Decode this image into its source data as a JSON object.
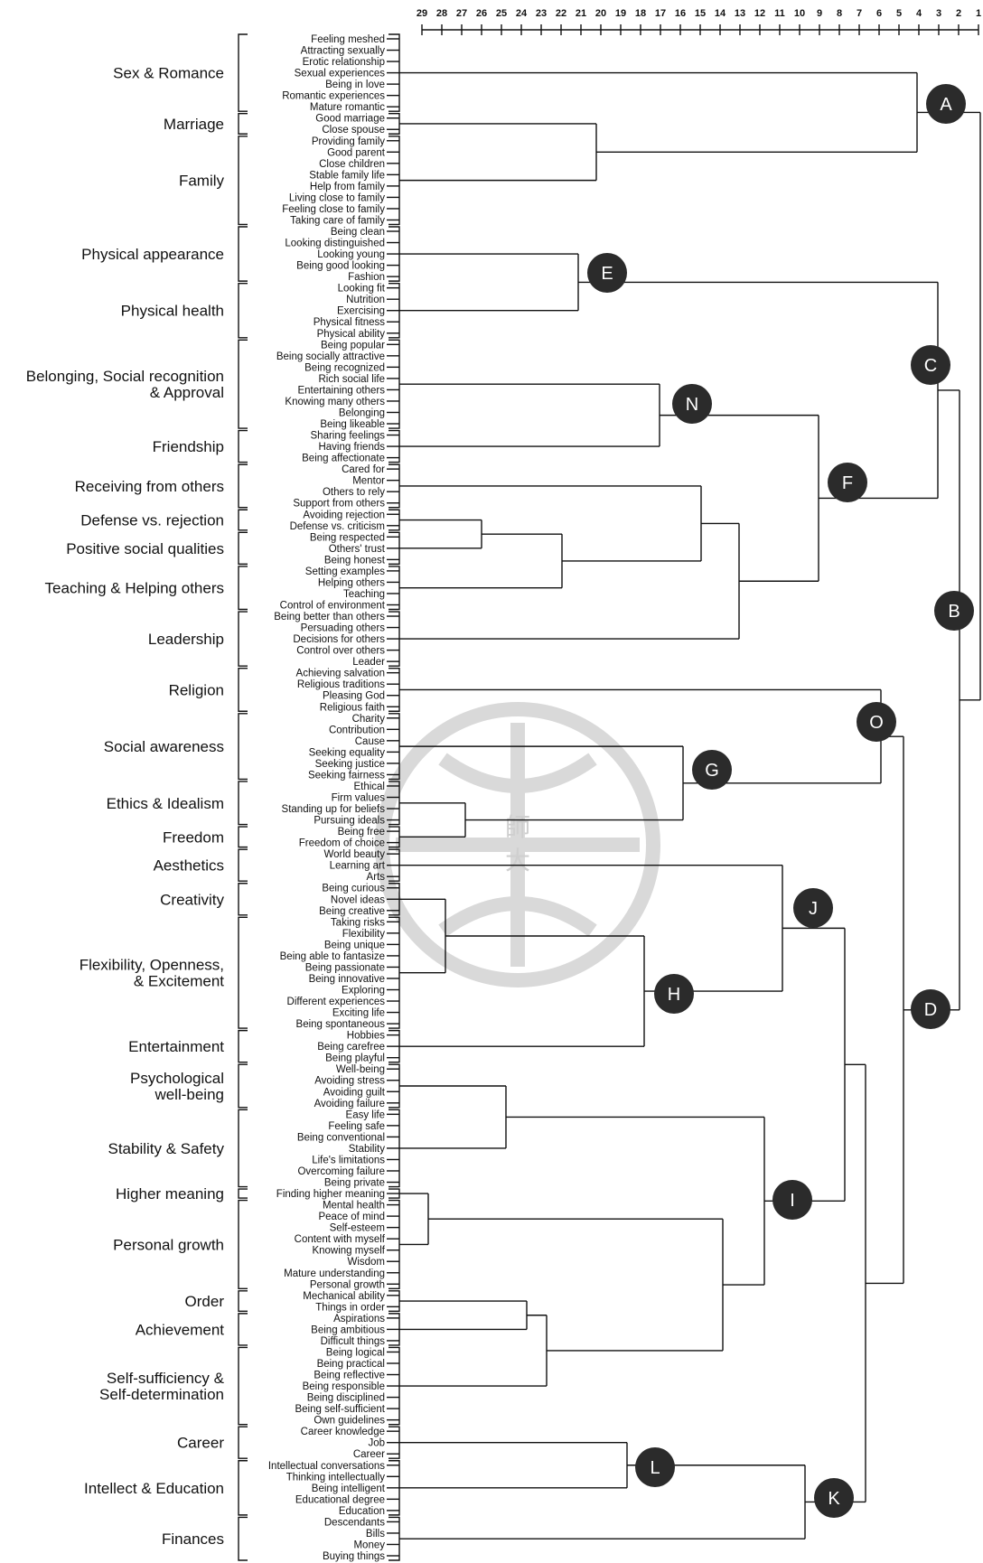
{
  "scale": {
    "ticks": [
      "29",
      "28",
      "27",
      "26",
      "25",
      "24",
      "23",
      "22",
      "21",
      "20",
      "19",
      "18",
      "17",
      "16",
      "15",
      "14",
      "13",
      "12",
      "11",
      "10",
      "9",
      "8",
      "7",
      "6",
      "5",
      "4",
      "3",
      "2",
      "1"
    ]
  },
  "watermark": {
    "glyph_top": "師",
    "glyph_bottom": "大",
    "color": "#d9d9d9"
  },
  "categories": [
    {
      "label": "Sex & Romance",
      "items": [
        "Feeling meshed",
        "Attracting sexually",
        "Erotic relationship",
        "Sexual experiences",
        "Being in love",
        "Romantic experiences",
        "Mature romantic"
      ]
    },
    {
      "label": "Marriage",
      "items": [
        "Good marriage",
        "Close spouse"
      ]
    },
    {
      "label": "Family",
      "items": [
        "Providing family",
        "Good parent",
        "Close children",
        "Stable family life",
        "Help from family",
        "Living close to family",
        "Feeling close to family",
        "Taking care of family"
      ]
    },
    {
      "label": "Physical appearance",
      "items": [
        "Being clean",
        "Looking distinguished",
        "Looking young",
        "Being good looking",
        "Fashion"
      ]
    },
    {
      "label": "Physical health",
      "items": [
        "Looking fit",
        "Nutrition",
        "Exercising",
        "Physical fitness",
        "Physical ability"
      ]
    },
    {
      "label": [
        "Belonging, Social recognition",
        "& Approval"
      ],
      "items": [
        "Being popular",
        "Being socially attractive",
        "Being recognized",
        "Rich social life",
        "Entertaining others",
        "Knowing many others",
        "Belonging",
        "Being likeable"
      ]
    },
    {
      "label": "Friendship",
      "items": [
        "Sharing feelings",
        "Having friends",
        "Being affectionate"
      ]
    },
    {
      "label": "Receiving from others",
      "items": [
        "Cared for",
        "Mentor",
        "Others to rely",
        "Support from others"
      ]
    },
    {
      "label": "Defense vs. rejection",
      "items": [
        "Avoiding rejection",
        "Defense vs. criticism"
      ]
    },
    {
      "label": "Positive social qualities",
      "items": [
        "Being respected",
        "Others' trust",
        "Being honest"
      ]
    },
    {
      "label": "Teaching & Helping others",
      "items": [
        "Setting examples",
        "Helping others",
        "Teaching",
        "Control of environment"
      ]
    },
    {
      "label": "Leadership",
      "items": [
        "Being better than others",
        "Persuading others",
        "Decisions for others",
        "Control over others",
        "Leader"
      ]
    },
    {
      "label": "Religion",
      "items": [
        "Achieving salvation",
        "Religious traditions",
        "Pleasing God",
        "Religious faith"
      ]
    },
    {
      "label": "Social awareness",
      "items": [
        "Charity",
        "Contribution",
        "Cause",
        "Seeking equality",
        "Seeking justice",
        "Seeking fairness"
      ]
    },
    {
      "label": "Ethics & Idealism",
      "items": [
        "Ethical",
        "Firm values",
        "Standing up for beliefs",
        "Pursuing ideals"
      ]
    },
    {
      "label": "Freedom",
      "items": [
        "Being free",
        "Freedom of choice"
      ]
    },
    {
      "label": "Aesthetics",
      "items": [
        "World beauty",
        "Learning art",
        "Arts"
      ]
    },
    {
      "label": "Creativity",
      "items": [
        "Being curious",
        "Novel ideas",
        "Being creative"
      ]
    },
    {
      "label": [
        "Flexibility, Openness,",
        "& Excitement"
      ],
      "items": [
        "Taking risks",
        "Flexibility",
        "Being unique",
        "Being able to fantasize",
        "Being passionate",
        "Being innovative",
        "Exploring",
        "Different experiences",
        "Exciting life",
        "Being spontaneous"
      ]
    },
    {
      "label": "Entertainment",
      "items": [
        "Hobbies",
        "Being carefree",
        "Being playful"
      ]
    },
    {
      "label": [
        "Psychological",
        "well-being"
      ],
      "items": [
        "Well-being",
        "Avoiding stress",
        "Avoiding guilt",
        "Avoiding failure"
      ]
    },
    {
      "label": "Stability & Safety",
      "items": [
        "Easy life",
        "Feeling safe",
        "Being conventional",
        "Stability",
        "Life's limitations",
        "Overcoming failure",
        "Being private"
      ]
    },
    {
      "label": "Higher meaning",
      "items": [
        "Finding higher meaning"
      ]
    },
    {
      "label": "Personal growth",
      "items": [
        "Mental health",
        "Peace of mind",
        "Self-esteem",
        "Content with myself",
        "Knowing myself",
        "Wisdom",
        "Mature understanding",
        "Personal growth"
      ]
    },
    {
      "label": "Order",
      "items": [
        "Mechanical ability",
        "Things in order"
      ]
    },
    {
      "label": "Achievement",
      "items": [
        "Aspirations",
        "Being ambitious",
        "Difficult things"
      ]
    },
    {
      "label": [
        "Self-sufficiency &",
        "Self-determination"
      ],
      "items": [
        "Being logical",
        "Being practical",
        "Being reflective",
        "Being responsible",
        "Being disciplined",
        "Being self-sufficient",
        "Own guidelines"
      ]
    },
    {
      "label": "Career",
      "items": [
        "Career knowledge",
        "Job",
        "Career"
      ]
    },
    {
      "label": "Intellect & Education",
      "items": [
        "Intellectual conversations",
        "Thinking intellectually",
        "Being intelligent",
        "Educational degree",
        "Education"
      ]
    },
    {
      "label": "Finances",
      "items": [
        "Descendants",
        "Bills",
        "Money",
        "Buying things"
      ]
    }
  ],
  "nodes": [
    "A",
    "B",
    "C",
    "D",
    "E",
    "F",
    "G",
    "H",
    "I",
    "J",
    "K",
    "L",
    "N",
    "O"
  ],
  "colors": {
    "line": "#111111",
    "node_fill": "#2b2b2b",
    "node_text": "#ffffff"
  }
}
